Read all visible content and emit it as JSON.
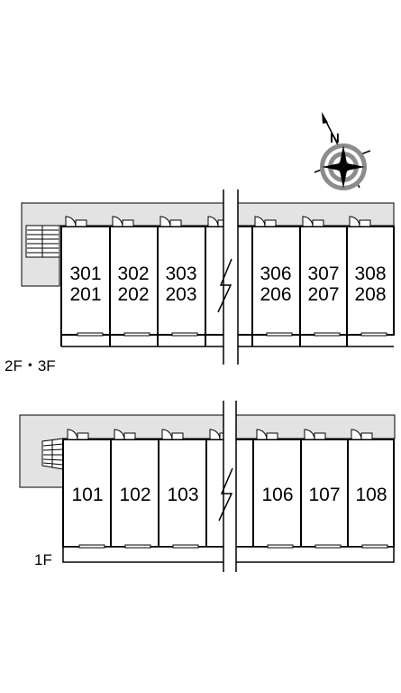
{
  "upper_floor": {
    "label": "2F・3F",
    "units": [
      {
        "top": "301",
        "bottom": "201"
      },
      {
        "top": "302",
        "bottom": "202"
      },
      {
        "top": "303",
        "bottom": "203"
      },
      {
        "top": "306",
        "bottom": "206"
      },
      {
        "top": "307",
        "bottom": "207"
      },
      {
        "top": "308",
        "bottom": "208"
      }
    ]
  },
  "ground_floor": {
    "label": "1F",
    "units": [
      "101",
      "102",
      "103",
      "106",
      "107",
      "108"
    ]
  },
  "compass": {
    "north_label": "N",
    "icon": "compass-rose-icon"
  },
  "colors": {
    "corridor": "#e3e3e3",
    "line": "#000000",
    "compass_gray": "#8c8c8c"
  }
}
